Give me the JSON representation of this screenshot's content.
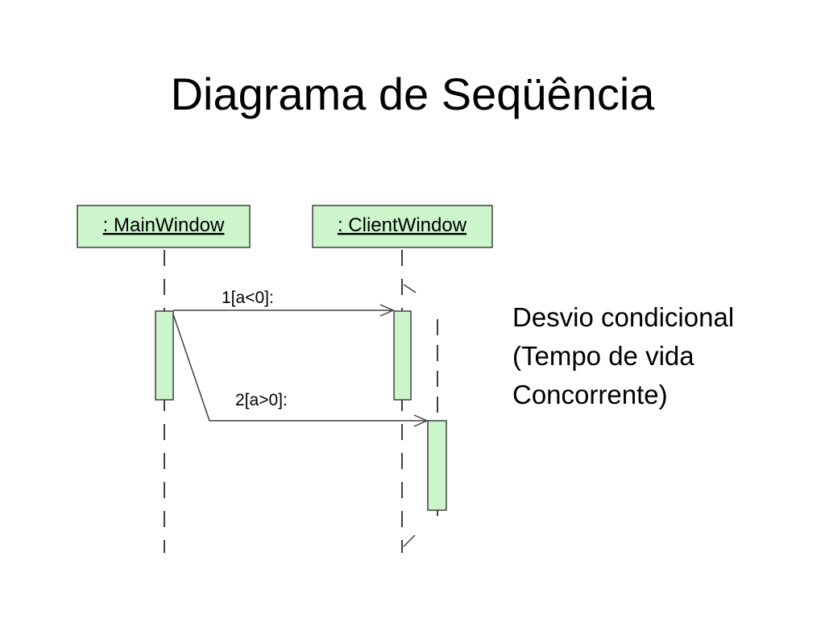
{
  "slide": {
    "title": "Diagrama de Seqüência"
  },
  "diagram": {
    "participants": [
      {
        "label": ": MainWindow"
      },
      {
        "label": ": ClientWindow"
      }
    ],
    "messages": [
      {
        "label": "1[a<0]:"
      },
      {
        "label": "2[a>0]:"
      }
    ],
    "colors": {
      "participant_fill": "#ccf5cc",
      "activation_fill": "#ccf5cc",
      "line": "#404040"
    }
  },
  "note": {
    "lines": [
      "Desvio condicional",
      "(Tempo de vida",
      "Concorrente)"
    ]
  }
}
